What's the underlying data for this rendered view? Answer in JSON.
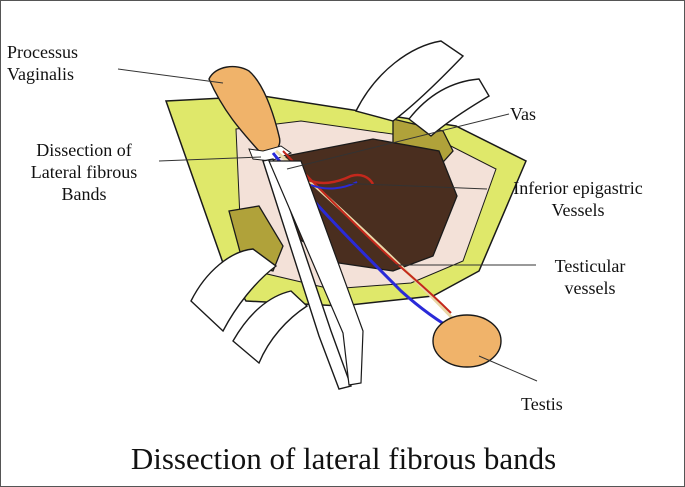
{
  "labels": {
    "processus_vaginalis": [
      "Processus",
      "Vaginalis"
    ],
    "dissection_lateral": [
      "Dissection of",
      "Lateral fibrous",
      "Bands"
    ],
    "vas": "Vas",
    "inferior_epigastric": [
      "Inferior epigastric",
      "Vessels"
    ],
    "testicular_vessels": [
      "Testicular",
      "vessels"
    ],
    "testis": "Testis"
  },
  "caption": "Dissection of lateral fibrous bands",
  "colors": {
    "outline": "#1a1a1a",
    "fascia_yellow": "#dfe86a",
    "skin_pink": "#f3e1d8",
    "muscle_olive": "#b0a23a",
    "floor_brown": "#4a2e1f",
    "sac_orange": "#f0b36a",
    "vein_blue": "#2a2ad8",
    "artery_red": "#c4281c",
    "vas_cream": "#e9d8a8"
  }
}
